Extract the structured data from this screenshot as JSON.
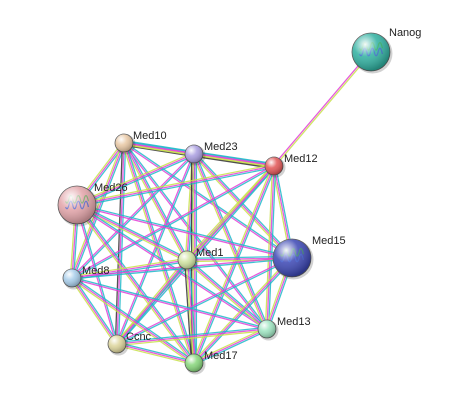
{
  "network": {
    "edge_colors": {
      "cyan": "#1fb9c9",
      "magenta": "#e23fd7",
      "yellow": "#c8e04a",
      "dark": "#333333",
      "green": "#2eaa3c",
      "blue": "#3a5bd1"
    },
    "nodes": [
      {
        "id": "Nanog",
        "label": "Nanog",
        "color": "#2fb0a0",
        "size": "large",
        "structure": true,
        "x": 0,
        "y": 0
      },
      {
        "id": "Med10",
        "label": "Med10",
        "color": "#e8c7a3",
        "size": "small",
        "structure": false
      },
      {
        "id": "Med23",
        "label": "Med23",
        "color": "#a99de0",
        "size": "small",
        "structure": false
      },
      {
        "id": "Med12",
        "label": "Med12",
        "color": "#e25555",
        "size": "small",
        "structure": false
      },
      {
        "id": "Med26",
        "label": "Med26",
        "color": "#e2a3a8",
        "size": "large",
        "structure": true
      },
      {
        "id": "Med1",
        "label": "Med1",
        "color": "#cfe3a0",
        "size": "small",
        "structure": false
      },
      {
        "id": "Med15",
        "label": "Med15",
        "color": "#3b46b3",
        "size": "large",
        "structure": true
      },
      {
        "id": "Med8",
        "label": "Med8",
        "color": "#a7cdea",
        "size": "small",
        "structure": false
      },
      {
        "id": "Ccnc",
        "label": "Ccnc",
        "color": "#dcd49a",
        "size": "small",
        "structure": false
      },
      {
        "id": "Med13",
        "label": "Med13",
        "color": "#9de4c0",
        "size": "small",
        "structure": false
      },
      {
        "id": "Med17",
        "label": "Med17",
        "color": "#86d67a",
        "size": "small",
        "structure": false
      }
    ],
    "edges": [
      {
        "source": "Nanog",
        "target": "Med12",
        "colors": [
          "yellow",
          "magenta"
        ]
      },
      {
        "source": "Med10",
        "target": "Med23",
        "colors": [
          "cyan",
          "magenta",
          "yellow",
          "dark"
        ]
      },
      {
        "source": "Med10",
        "target": "Med12",
        "colors": [
          "cyan",
          "magenta",
          "yellow"
        ]
      },
      {
        "source": "Med10",
        "target": "Med26",
        "colors": [
          "cyan",
          "magenta",
          "yellow"
        ]
      },
      {
        "source": "Med10",
        "target": "Med1",
        "colors": [
          "cyan",
          "magenta",
          "yellow"
        ]
      },
      {
        "source": "Med10",
        "target": "Med15",
        "colors": [
          "cyan",
          "magenta"
        ]
      },
      {
        "source": "Med10",
        "target": "Med8",
        "colors": [
          "cyan",
          "magenta",
          "yellow"
        ]
      },
      {
        "source": "Med10",
        "target": "Ccnc",
        "colors": [
          "cyan",
          "magenta",
          "dark"
        ]
      },
      {
        "source": "Med10",
        "target": "Med13",
        "colors": [
          "cyan",
          "magenta"
        ]
      },
      {
        "source": "Med10",
        "target": "Med17",
        "colors": [
          "cyan",
          "magenta",
          "yellow"
        ]
      },
      {
        "source": "Med23",
        "target": "Med12",
        "colors": [
          "cyan",
          "magenta",
          "yellow",
          "dark"
        ]
      },
      {
        "source": "Med23",
        "target": "Med26",
        "colors": [
          "cyan",
          "magenta",
          "yellow"
        ]
      },
      {
        "source": "Med23",
        "target": "Med1",
        "colors": [
          "cyan",
          "magenta",
          "yellow"
        ]
      },
      {
        "source": "Med23",
        "target": "Med15",
        "colors": [
          "cyan",
          "magenta",
          "yellow"
        ]
      },
      {
        "source": "Med23",
        "target": "Med8",
        "colors": [
          "cyan",
          "magenta"
        ]
      },
      {
        "source": "Med23",
        "target": "Ccnc",
        "colors": [
          "cyan",
          "magenta"
        ]
      },
      {
        "source": "Med23",
        "target": "Med13",
        "colors": [
          "cyan",
          "magenta",
          "yellow"
        ]
      },
      {
        "source": "Med23",
        "target": "Med17",
        "colors": [
          "cyan",
          "magenta",
          "yellow",
          "dark"
        ]
      },
      {
        "source": "Med12",
        "target": "Med26",
        "colors": [
          "cyan",
          "magenta",
          "yellow"
        ]
      },
      {
        "source": "Med12",
        "target": "Med1",
        "colors": [
          "cyan",
          "magenta",
          "yellow"
        ]
      },
      {
        "source": "Med12",
        "target": "Med15",
        "colors": [
          "cyan",
          "magenta",
          "yellow"
        ]
      },
      {
        "source": "Med12",
        "target": "Med8",
        "colors": [
          "cyan",
          "magenta"
        ]
      },
      {
        "source": "Med12",
        "target": "Ccnc",
        "colors": [
          "cyan",
          "magenta",
          "yellow"
        ]
      },
      {
        "source": "Med12",
        "target": "Med13",
        "colors": [
          "cyan",
          "magenta",
          "yellow"
        ]
      },
      {
        "source": "Med12",
        "target": "Med17",
        "colors": [
          "cyan",
          "magenta",
          "yellow"
        ]
      },
      {
        "source": "Med26",
        "target": "Med1",
        "colors": [
          "cyan",
          "magenta",
          "yellow"
        ]
      },
      {
        "source": "Med26",
        "target": "Med15",
        "colors": [
          "cyan",
          "magenta"
        ]
      },
      {
        "source": "Med26",
        "target": "Med8",
        "colors": [
          "cyan",
          "magenta",
          "yellow"
        ]
      },
      {
        "source": "Med26",
        "target": "Ccnc",
        "colors": [
          "cyan",
          "magenta"
        ]
      },
      {
        "source": "Med26",
        "target": "Med13",
        "colors": [
          "cyan",
          "magenta"
        ]
      },
      {
        "source": "Med26",
        "target": "Med17",
        "colors": [
          "cyan",
          "magenta",
          "yellow"
        ]
      },
      {
        "source": "Med1",
        "target": "Med15",
        "colors": [
          "cyan",
          "magenta",
          "yellow"
        ]
      },
      {
        "source": "Med1",
        "target": "Med8",
        "colors": [
          "cyan",
          "magenta",
          "yellow"
        ]
      },
      {
        "source": "Med1",
        "target": "Ccnc",
        "colors": [
          "cyan",
          "magenta",
          "yellow"
        ]
      },
      {
        "source": "Med1",
        "target": "Med13",
        "colors": [
          "cyan",
          "magenta",
          "yellow"
        ]
      },
      {
        "source": "Med1",
        "target": "Med17",
        "colors": [
          "cyan",
          "magenta",
          "yellow",
          "dark"
        ]
      },
      {
        "source": "Med15",
        "target": "Med8",
        "colors": [
          "cyan",
          "magenta"
        ]
      },
      {
        "source": "Med15",
        "target": "Ccnc",
        "colors": [
          "cyan",
          "magenta"
        ]
      },
      {
        "source": "Med15",
        "target": "Med13",
        "colors": [
          "cyan",
          "magenta",
          "yellow"
        ]
      },
      {
        "source": "Med15",
        "target": "Med17",
        "colors": [
          "cyan",
          "magenta",
          "yellow"
        ]
      },
      {
        "source": "Med8",
        "target": "Ccnc",
        "colors": [
          "cyan",
          "magenta",
          "yellow"
        ]
      },
      {
        "source": "Med8",
        "target": "Med13",
        "colors": [
          "cyan",
          "magenta"
        ]
      },
      {
        "source": "Med8",
        "target": "Med17",
        "colors": [
          "cyan",
          "magenta",
          "yellow"
        ]
      },
      {
        "source": "Ccnc",
        "target": "Med13",
        "colors": [
          "cyan",
          "magenta",
          "yellow"
        ]
      },
      {
        "source": "Ccnc",
        "target": "Med17",
        "colors": [
          "cyan",
          "magenta",
          "yellow"
        ]
      },
      {
        "source": "Med13",
        "target": "Med17",
        "colors": [
          "cyan",
          "magenta",
          "yellow"
        ]
      }
    ]
  }
}
